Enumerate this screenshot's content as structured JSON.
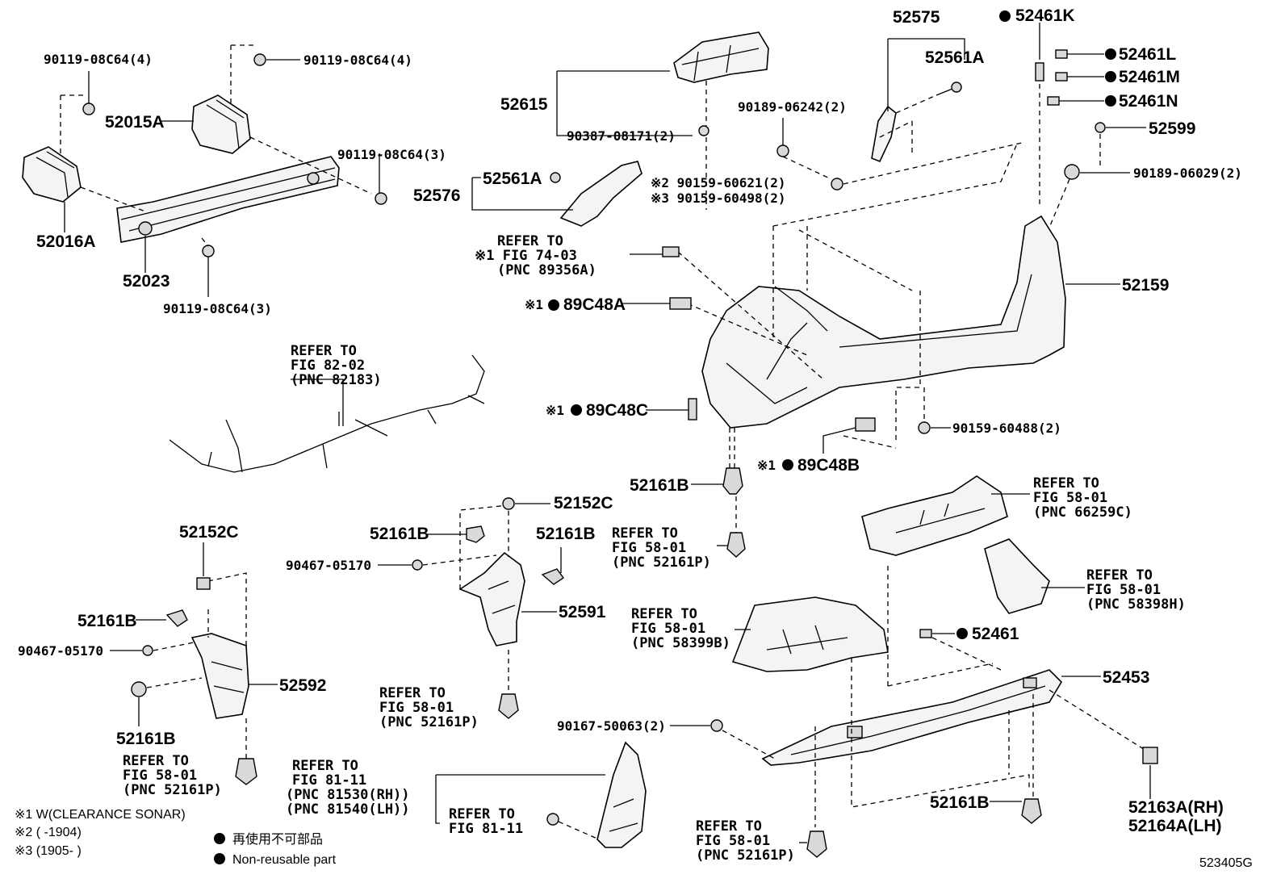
{
  "diagram_code": "523405G",
  "legend": {
    "note1": "※1 W(CLEARANCE SONAR)",
    "note2": "※2 (      -1904)",
    "note3": "※3 (1905-      )",
    "nonreusable_ja": "再使用不可部品",
    "nonreusable_en": "Non-reusable part"
  },
  "labels": {
    "p1": "90119-08C64(4)",
    "p2": "90119-08C64(4)",
    "p3": "52015A",
    "p4": "90119-08C64(3)",
    "p5": "52016A",
    "p6": "52023",
    "p7": "90119-08C64(3)",
    "p8": "52615",
    "p9": "90387-08171(2)",
    "p10": "52561A",
    "p11": "52576",
    "p12": "52575",
    "p13": "52561A",
    "p14": "90189-06242(2)",
    "p15": "※2 90159-60621(2)",
    "p16": "※3 90159-60498(2)",
    "p17": "52461K",
    "p18": "52461L",
    "p19": "52461M",
    "p20": "52461N",
    "p21": "52599",
    "p22": "90189-06029(2)",
    "p23": "52159",
    "p24": "89C48A",
    "p25": "89C48C",
    "p26": "89C48B",
    "p27": "90159-60488(2)",
    "p28": "52161B",
    "p29": "52152C",
    "p30": "52161B",
    "p31": "52161B",
    "p32": "90467-05170",
    "p33": "52591",
    "p34": "52152C",
    "p35": "52161B",
    "p36": "90467-05170",
    "p37": "52592",
    "p38": "52161B",
    "p39": "52461",
    "p40": "52453",
    "p41": "90167-50063(2)",
    "p42": "52161B",
    "p43": "52163A(RH)",
    "p44": "52164A(LH)",
    "sonar1": "※1",
    "sonar2": "※1",
    "sonar3": "※1"
  },
  "refs": {
    "r1": [
      "REFER TO",
      "※1 FIG 74-03",
      "(PNC 89356A)"
    ],
    "r2": [
      "REFER TO",
      "FIG 82-02",
      "(PNC 82183)"
    ],
    "r3": [
      "REFER TO",
      "FIG 58-01",
      "(PNC 52161P)"
    ],
    "r4": [
      "REFER TO",
      "FIG 58-01",
      "(PNC 66259C)"
    ],
    "r5": [
      "REFER TO",
      "FIG 58-01",
      "(PNC 58398H)"
    ],
    "r6": [
      "REFER TO",
      "FIG 58-01",
      "(PNC 58399B)"
    ],
    "r7": [
      "REFER TO",
      "FIG 58-01",
      "(PNC 52161P)"
    ],
    "r8": [
      "REFER TO",
      "FIG 58-01",
      "(PNC 52161P)"
    ],
    "r9": [
      "REFER TO",
      "FIG 81-11",
      "(PNC 81530(RH))",
      "(PNC 81540(LH))"
    ],
    "r10": [
      "REFER TO",
      "FIG 81-11"
    ],
    "r11": [
      "REFER TO",
      "FIG 58-01",
      "(PNC 52161P)"
    ]
  }
}
